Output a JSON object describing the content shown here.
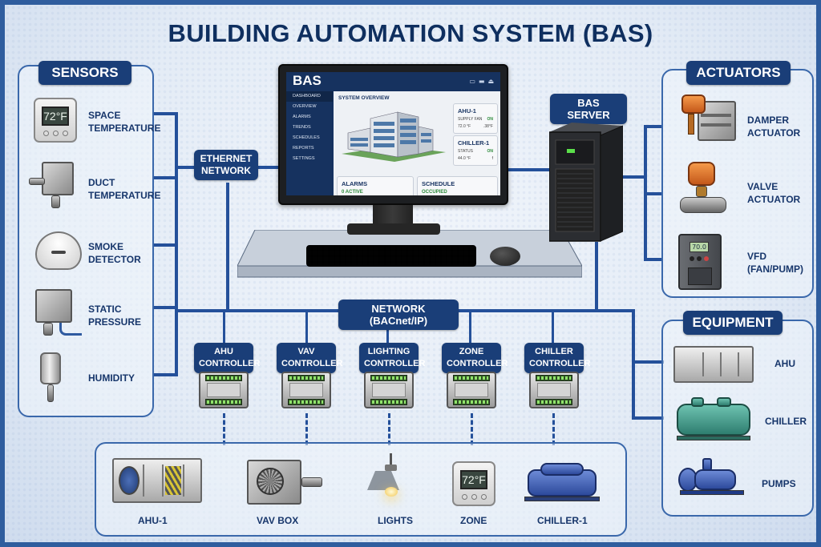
{
  "title": "BUILDING AUTOMATION SYSTEM (BAS)",
  "colors": {
    "badge": "#1a3e78",
    "wire": "#24509a",
    "label": "#17366b",
    "status_on": "#2c8a3a"
  },
  "sensors": {
    "heading": "SENSORS",
    "items": [
      {
        "label_line1": "SPACE",
        "label_line2": "TEMPERATURE",
        "icon": "thermostat-icon",
        "display": "72°F"
      },
      {
        "label_line1": "DUCT",
        "label_line2": "TEMPERATURE",
        "icon": "duct-sensor-icon"
      },
      {
        "label_line1": "SMOKE",
        "label_line2": "DETECTOR",
        "icon": "smoke-detector-icon"
      },
      {
        "label_line1": "STATIC",
        "label_line2": "PRESSURE",
        "icon": "pressure-sensor-icon"
      },
      {
        "label_line1": "HUMIDITY",
        "label_line2": "",
        "icon": "humidity-sensor-icon"
      }
    ]
  },
  "ethernet": {
    "line1": "ETHERNET",
    "line2": "NETWORK"
  },
  "workstation": {
    "brand": "BAS",
    "nav": [
      "DASHBOARD",
      "OVERVIEW",
      "ALARMS",
      "TRENDS",
      "SCHEDULES",
      "REPORTS",
      "SETTINGS"
    ],
    "active_nav": "DASHBOARD",
    "section_title": "SYSTEM OVERVIEW",
    "cards": {
      "ahu": {
        "title": "AHU-1",
        "row1_label": "SUPPLY FAN",
        "row1_value": "ON",
        "row2_label": "72.0 °F",
        "row2_value": ".38°F"
      },
      "chiller": {
        "title": "CHILLER-1",
        "row1_label": "STATUS",
        "row1_value": "ON",
        "row2_label": "44.0 °F",
        "row2_value": "f"
      },
      "alarms": {
        "title": "ALARMS",
        "value": "0 ACTIVE"
      },
      "schedule": {
        "title": "SCHEDULE",
        "value": "OCCUPIED"
      }
    }
  },
  "server": {
    "label": "BAS SERVER"
  },
  "network": {
    "label": "NETWORK (BACnet/IP)"
  },
  "controllers": [
    {
      "line1": "AHU",
      "line2": "CONTROLLER"
    },
    {
      "line1": "VAV",
      "line2": "CONTROLLER"
    },
    {
      "line1": "LIGHTING",
      "line2": "CONTROLLER"
    },
    {
      "line1": "ZONE",
      "line2": "CONTROLLER"
    },
    {
      "line1": "CHILLER",
      "line2": "CONTROLLER"
    }
  ],
  "field_devices": [
    {
      "label": "AHU-1",
      "icon": "air-handler-icon"
    },
    {
      "label": "VAV BOX",
      "icon": "vav-box-icon"
    },
    {
      "label": "LIGHTS",
      "icon": "pendant-light-icon"
    },
    {
      "label": "ZONE",
      "icon": "zone-thermostat-icon",
      "display": "72°F"
    },
    {
      "label": "CHILLER-1",
      "icon": "chiller-icon"
    }
  ],
  "actuators": {
    "heading": "ACTUATORS",
    "items": [
      {
        "label_line1": "DAMPER",
        "label_line2": "ACTUATOR",
        "icon": "damper-actuator-icon"
      },
      {
        "label_line1": "VALVE",
        "label_line2": "ACTUATOR",
        "icon": "valve-actuator-icon"
      },
      {
        "label_line1": "VFD",
        "label_line2": "(FAN/PUMP)",
        "icon": "vfd-icon",
        "display": "70.0"
      }
    ]
  },
  "equipment": {
    "heading": "EQUIPMENT",
    "items": [
      {
        "label": "AHU",
        "icon": "ahu-unit-icon"
      },
      {
        "label": "CHILLER",
        "icon": "chiller-unit-icon"
      },
      {
        "label": "PUMPS",
        "icon": "pump-icon"
      }
    ]
  }
}
